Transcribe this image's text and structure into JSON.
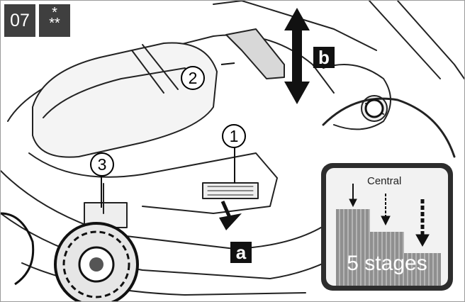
{
  "header": {
    "step_number": "07",
    "difficulty_top": "*",
    "difficulty_bottom": "**"
  },
  "callouts": [
    "1",
    "2",
    "3"
  ],
  "arrow_labels": {
    "a": "a",
    "b": "b"
  },
  "inset": {
    "title": "Central",
    "caption": "5 stages"
  },
  "colors": {
    "badge": "#3f3f3f",
    "label_bg": "#111111",
    "inset_frame": "#2d2d2d"
  },
  "icons": [
    "handle-lever-icon",
    "arrow-down-icon",
    "arrow-updown-icon",
    "wheel-icon",
    "height-adjust-knob-icon"
  ]
}
